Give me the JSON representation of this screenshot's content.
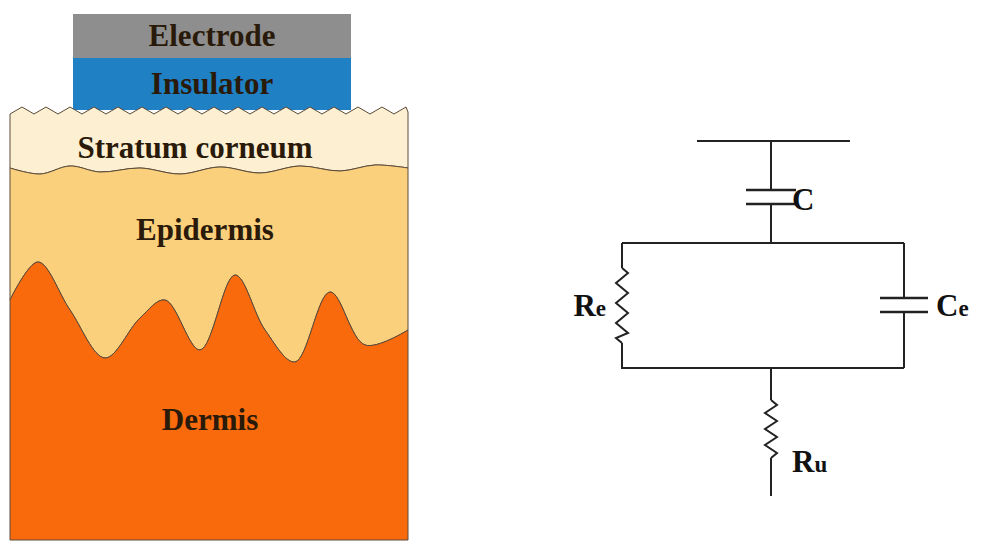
{
  "diagram": {
    "nodes": [
      {
        "text": [
          "Electrode"
        ]
      },
      {
        "text": [
          "Insulator"
        ]
      },
      {
        "text": [
          "Stratum corneum"
        ]
      },
      {
        "text": [
          "Epidermis"
        ]
      },
      {
        "text": [
          "Dermis"
        ]
      }
    ],
    "labels": [
      "C",
      "Re",
      "Ce",
      "Ru"
    ]
  }
}
